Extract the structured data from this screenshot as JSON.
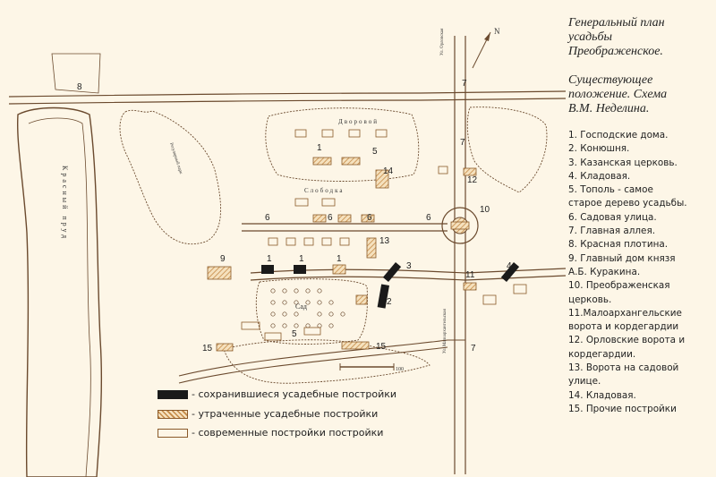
{
  "panel": {
    "title_lines": [
      "Генеральный план",
      "усадьбы",
      "Преображенское."
    ],
    "subtitle_lines": [
      "Существующее",
      "положение. Схема",
      "В.М. Неделина."
    ],
    "legend_items": [
      "1. Господские дома.",
      "2. Конюшня.",
      "3. Казанская церковь.",
      "4. Кладовая.",
      "5. Тополь - самое",
      "старое дерево усадьбы.",
      "6. Садовая улица.",
      "7. Главная аллея.",
      "8. Красная плотина.",
      "9. Главный дом князя",
      "А.Б. Куракина.",
      "10. Преображенская",
      "церковь.",
      "11.Малоархангельские",
      "ворота и кордегардии",
      "12. Орловские ворота и",
      "кордегардии.",
      "13. Ворота на садовой",
      "улице.",
      "14. Кладовая.",
      "15. Прочие постройки"
    ]
  },
  "key": {
    "preserved": "- сохранившиеся усадебные постройки",
    "lost": "- утраченные усадебные постройки",
    "modern": "- современные постройки постройки"
  },
  "map": {
    "north": "N",
    "pond": "Красный пруд",
    "slobodka": "Слободка",
    "dvorovo": "Дворовой",
    "garden": "Сад",
    "scale": "100",
    "park": "Регулярный парк",
    "road_left": "Ул. Орловская",
    "road_right": "Ул. Малоархангельская",
    "markers": [
      "1",
      "1",
      "1",
      "1",
      "2",
      "3",
      "4",
      "5",
      "5",
      "6",
      "6",
      "6",
      "6",
      "7",
      "7",
      "7",
      "8",
      "9",
      "10",
      "11",
      "12",
      "13",
      "14",
      "15",
      "15"
    ]
  },
  "colors": {
    "background": "#fdf6e7",
    "line": "#6b4a2e",
    "hatch": "#c58a45",
    "preserved": "#1a1a1a"
  }
}
